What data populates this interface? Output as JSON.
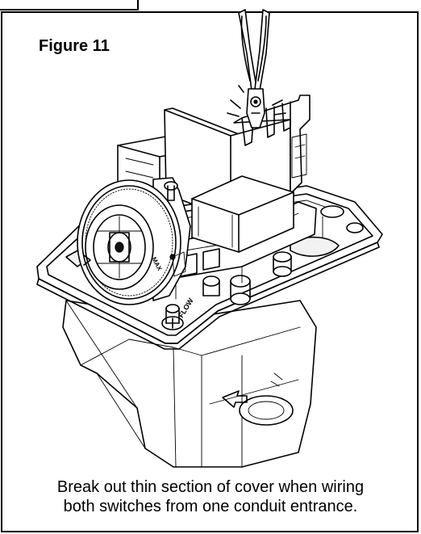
{
  "figure": {
    "label": "Figure 11",
    "caption_line1": "Break out thin section of cover when wiring",
    "caption_line2": "both switches from one conduit entrance.",
    "base_text": "FLOW",
    "dial_text": "MAX"
  }
}
